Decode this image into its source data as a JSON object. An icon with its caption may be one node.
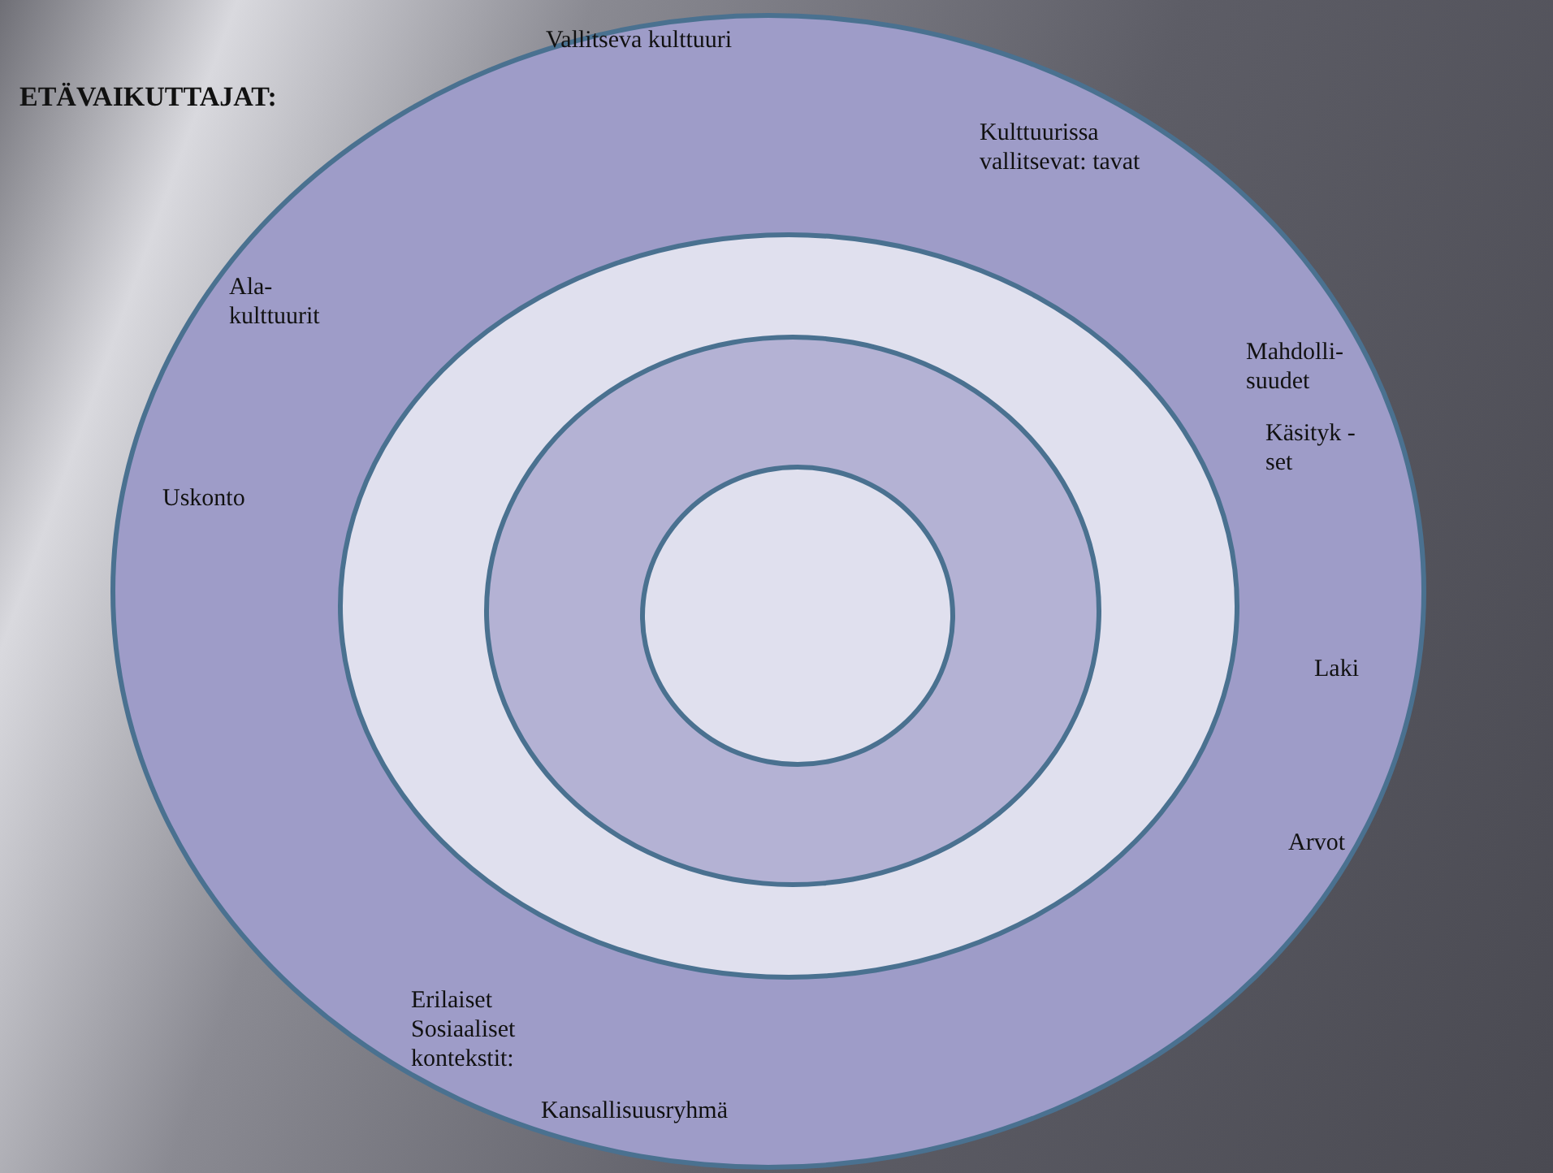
{
  "diagram": {
    "title": "ETÄVAIKUTTAJAT:",
    "nodes": [
      {
        "text": [
          "Vallitseva kulttuuri",
          "Kulttuurissa vallitsevat: tavat",
          "Ala- kulttuurit",
          "Mahdolli- suudet",
          "Käsityk -set",
          "Uskonto",
          "Laki",
          "Arvot",
          "Erilaiset Sosiaaliset kontekstit:",
          "Kansallisuusryhmä"
        ]
      },
      {
        "text": [],
        "shape": "circle",
        "in": 0
      },
      {
        "text": [],
        "shape": "circle",
        "in": 1
      },
      {
        "text": [],
        "shape": "circle",
        "in": 2
      }
    ],
    "edges": []
  }
}
